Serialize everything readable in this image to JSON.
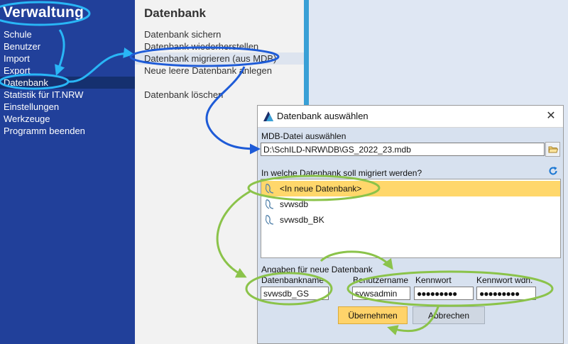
{
  "app": {
    "title": "Verwaltung"
  },
  "nav": {
    "items": [
      {
        "label": "Schule"
      },
      {
        "label": "Benutzer"
      },
      {
        "label": "Import"
      },
      {
        "label": "Export"
      },
      {
        "label": "Datenbank",
        "active": true
      },
      {
        "label": "Statistik für IT.NRW"
      },
      {
        "label": "Einstellungen"
      },
      {
        "label": "Werkzeuge"
      },
      {
        "label": "Programm beenden"
      }
    ]
  },
  "submenu": {
    "title": "Datenbank",
    "actions": [
      {
        "label": "Datenbank sichern"
      },
      {
        "label": "Datenbank wiederherstellen"
      },
      {
        "label": "Datenbank migrieren (aus MDB)",
        "active": true
      },
      {
        "label": "Neue leere Datenbank anlegen"
      },
      {
        "label": "Datenbank löschen"
      }
    ]
  },
  "dialog": {
    "title": "Datenbank auswählen",
    "close_glyph": "✕",
    "file_label": "MDB-Datei auswählen",
    "file_value": "D:\\SchILD-NRW\\DB\\GS_2022_23.mdb",
    "list_label": "In welche Datenbank soll migriert werden?",
    "databases": [
      {
        "label": "<In neue Datenbank>",
        "selected": true
      },
      {
        "label": "svwsdb"
      },
      {
        "label": "svwsdb_BK"
      }
    ],
    "new_db_group_label": "Angaben für neue Datenbank",
    "fields": {
      "dbname_label": "Datenbankname",
      "dbname_value": "svwsdb_GS",
      "user_label": "Benutzername",
      "user_value": "svwsadmin",
      "password_label": "Kennwort",
      "password_value": "●●●●●●●●●",
      "password_repeat_label": "Kennwort wdh.",
      "password_repeat_value": "●●●●●●●●●"
    },
    "apply_label": "Übernehmen",
    "cancel_label": "Abbrechen"
  },
  "colors": {
    "sidebar": "#21409a",
    "accent_blue": "#39a0d6",
    "selection": "#ffd76b",
    "highlight_cyan": "#29b6f6",
    "highlight_green": "#8bc34a",
    "highlight_blue": "#1e5bd7"
  },
  "icons": {
    "dialog_app": "app-logo-icon",
    "browse": "folder-open-icon",
    "refresh": "refresh-icon",
    "database": "database-icon",
    "close": "close-icon"
  }
}
